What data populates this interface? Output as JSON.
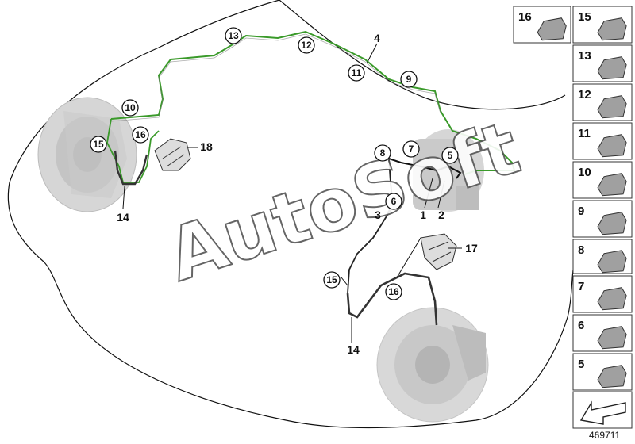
{
  "watermark": "AutoSoft",
  "diagram_id": "469711",
  "callouts_circled": [
    {
      "key": "c13",
      "label": "13"
    },
    {
      "key": "c12",
      "label": "12"
    },
    {
      "key": "c11",
      "label": "11"
    },
    {
      "key": "c9",
      "label": "9"
    },
    {
      "key": "c10",
      "label": "10"
    },
    {
      "key": "c16a",
      "label": "16"
    },
    {
      "key": "c15a",
      "label": "15"
    },
    {
      "key": "c8",
      "label": "8"
    },
    {
      "key": "c7",
      "label": "7"
    },
    {
      "key": "c5",
      "label": "5"
    },
    {
      "key": "c6",
      "label": "6"
    },
    {
      "key": "c15b",
      "label": "15"
    },
    {
      "key": "c16b",
      "label": "16"
    }
  ],
  "callouts_plain": [
    {
      "key": "p4",
      "label": "4"
    },
    {
      "key": "p18",
      "label": "18"
    },
    {
      "key": "p14a",
      "label": "14"
    },
    {
      "key": "p3",
      "label": "3"
    },
    {
      "key": "p1",
      "label": "1"
    },
    {
      "key": "p2",
      "label": "2"
    },
    {
      "key": "p17",
      "label": "17"
    },
    {
      "key": "p14b",
      "label": "14"
    }
  ],
  "parts_panel": [
    {
      "key": "t16",
      "label": "16"
    },
    {
      "key": "t15",
      "label": "15"
    },
    {
      "key": "t13",
      "label": "13"
    },
    {
      "key": "t12",
      "label": "12"
    },
    {
      "key": "t11",
      "label": "11"
    },
    {
      "key": "t10",
      "label": "10"
    },
    {
      "key": "t9",
      "label": "9"
    },
    {
      "key": "t8",
      "label": "8"
    },
    {
      "key": "t7",
      "label": "7"
    },
    {
      "key": "t6",
      "label": "6"
    },
    {
      "key": "t5",
      "label": "5"
    }
  ],
  "colors": {
    "brake_line": "#3a9a2a",
    "outline": "#111111",
    "disc_gray": "#cfcfcf",
    "part_gray": "#9a9a9a"
  }
}
